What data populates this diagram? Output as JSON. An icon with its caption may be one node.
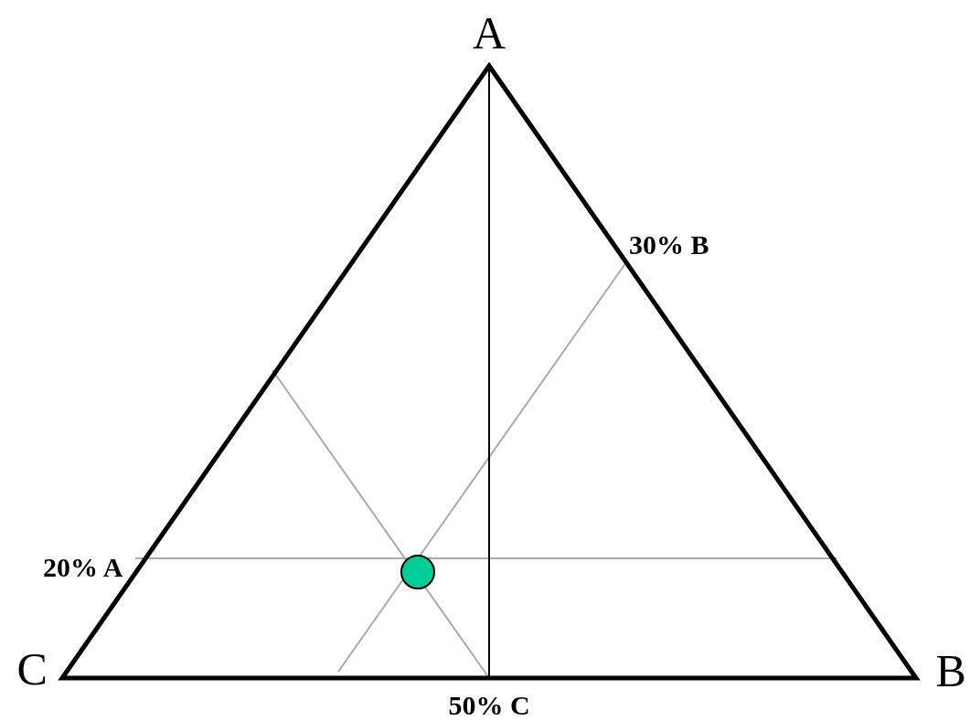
{
  "diagram": {
    "labels": [
      "A",
      "30% B",
      "20% A",
      "C",
      "50% C",
      "B"
    ]
  }
}
